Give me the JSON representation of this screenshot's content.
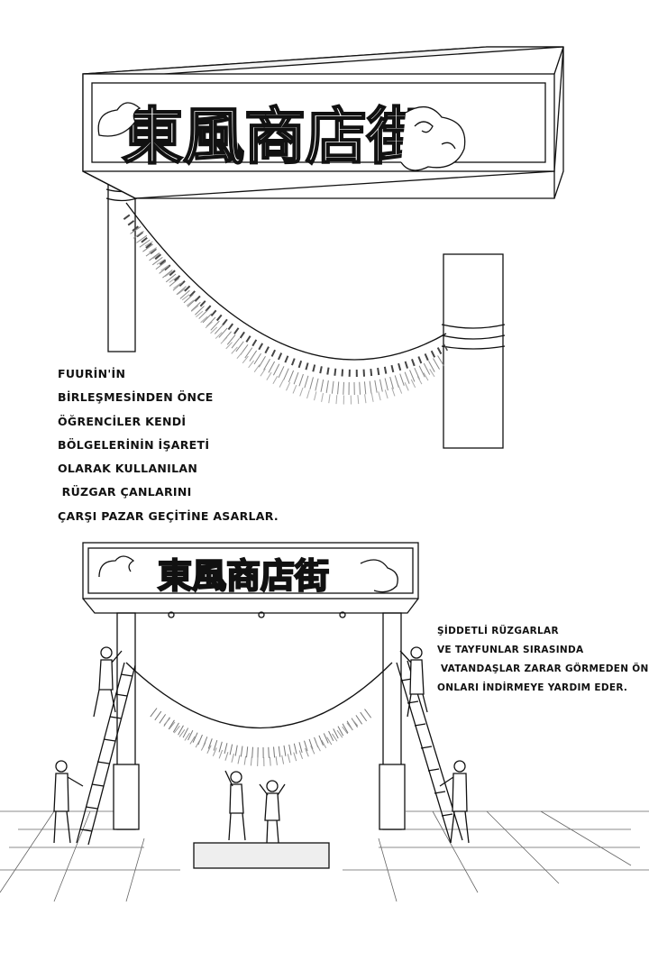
{
  "panel_top": {
    "sign_text": "東風商店街"
  },
  "panel_bottom": {
    "sign_text": "東風商店街"
  },
  "captions": {
    "left": [
      "FUURİN'İN",
      "BİRLEŞMESİNDEN ÖNCE",
      "ÖĞRENCİLER KENDİ",
      "BÖLGELERİNİN İŞARETİ",
      "OLARAK KULLANILAN",
      " RÜZGAR ÇANLARINI",
      "ÇARŞI PAZAR GEÇİTİNE ASARLAR."
    ],
    "right": [
      "ŞİDDETLİ RÜZGARLAR",
      "VE TAYFUNLAR SIRASINDA",
      " VATANDAŞLAR ZARAR GÖRMEDEN ÖNCE",
      "ONLARI İNDİRMEYE YARDIM EDER."
    ]
  }
}
